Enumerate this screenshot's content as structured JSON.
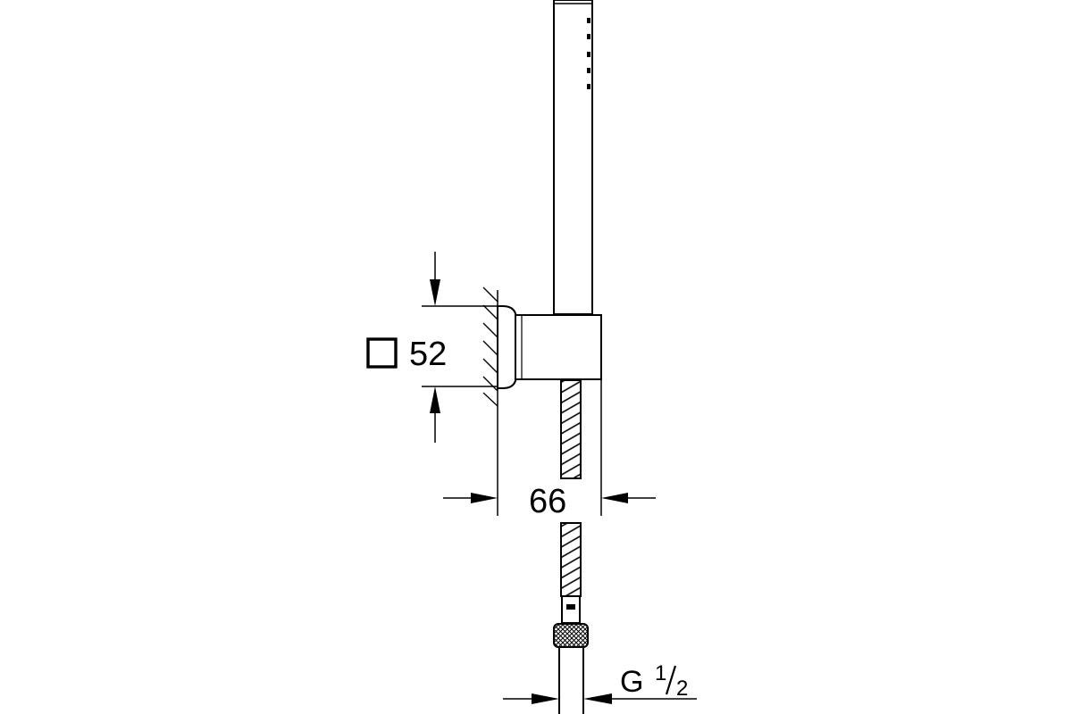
{
  "diagram": {
    "dimensions": {
      "square_size": {
        "value": "52"
      },
      "depth": {
        "value": "66"
      },
      "thread": {
        "prefix": "G",
        "numerator": "1",
        "denominator": "2"
      }
    },
    "colors": {
      "line": "#000000",
      "background": "#ffffff"
    }
  }
}
